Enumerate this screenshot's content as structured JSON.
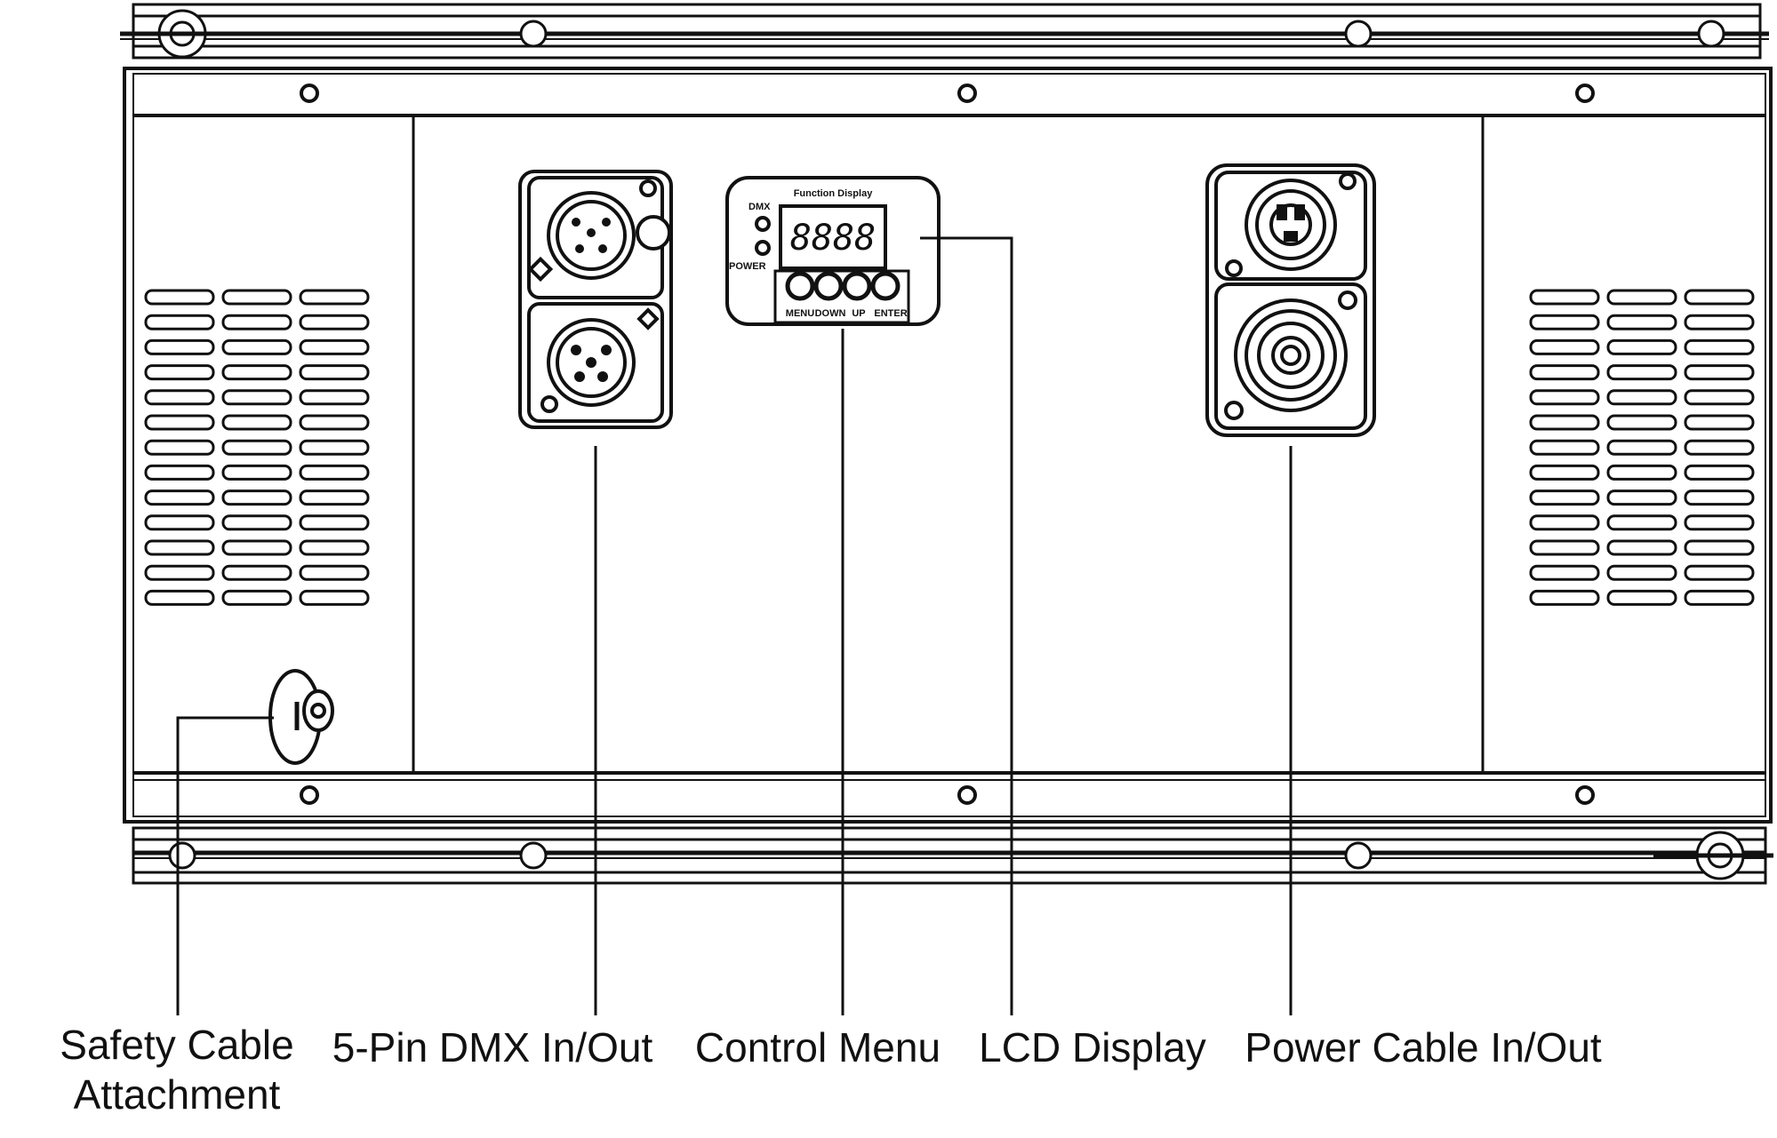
{
  "callouts": {
    "safety_cable": {
      "line1": "Safety Cable",
      "line2": "Attachment"
    },
    "dmx": "5-Pin DMX In/Out",
    "control_menu": "Control Menu",
    "lcd_display": "LCD Display",
    "power_cable": "Power Cable In/Out"
  },
  "control_panel": {
    "heading": "Function Display",
    "lcd_readout": "8888",
    "indicator_labels": [
      "DMX",
      "",
      "POWER"
    ],
    "button_labels": [
      "MENU",
      "DOWN",
      "UP",
      "ENTER"
    ]
  },
  "colors": {
    "line": "#111111",
    "background": "#ffffff"
  }
}
